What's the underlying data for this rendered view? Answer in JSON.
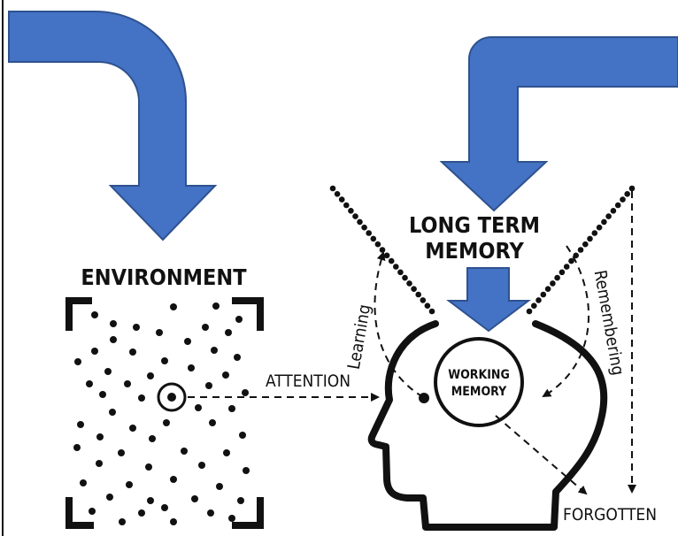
{
  "colors": {
    "arrow_fill": "#4472c4",
    "arrow_stroke": "#2f528f",
    "ink": "#111111",
    "background": "#ffffff"
  },
  "labels": {
    "environment": "ENVIRONMENT",
    "long_term_memory_line1": "LONG TERM",
    "long_term_memory_line2": "MEMORY",
    "working_memory_line1": "WORKING",
    "working_memory_line2": "MEMORY",
    "attention": "ATTENTION",
    "learning": "Learning",
    "remembering": "Remembering",
    "forgotten": "FORGOTTEN"
  },
  "icons": {
    "environment_frame": "corner-bracket-frame-icon",
    "attention_target": "circled-dot-icon",
    "head": "human-head-profile-icon",
    "big_arrows": "blue-bent-arrow-icon"
  }
}
